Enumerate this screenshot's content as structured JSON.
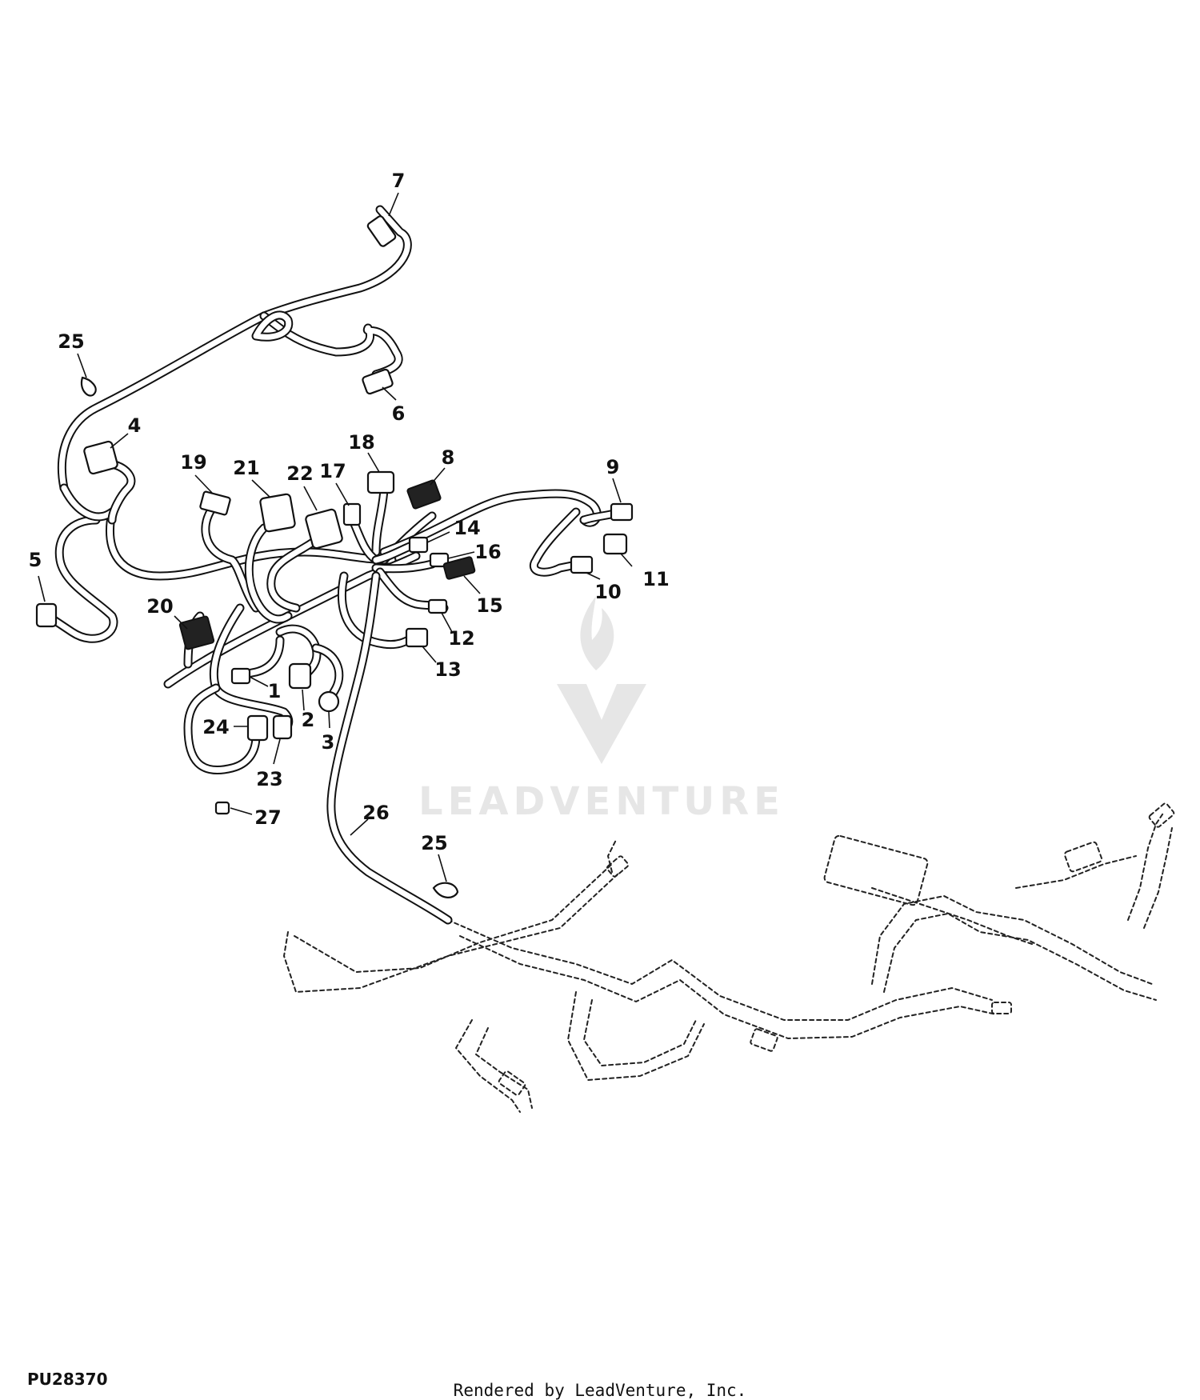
{
  "callouts": [
    {
      "id": "c1",
      "label": "1"
    },
    {
      "id": "c2",
      "label": "2"
    },
    {
      "id": "c3",
      "label": "3"
    },
    {
      "id": "c4",
      "label": "4"
    },
    {
      "id": "c5",
      "label": "5"
    },
    {
      "id": "c6",
      "label": "6"
    },
    {
      "id": "c7",
      "label": "7"
    },
    {
      "id": "c8",
      "label": "8"
    },
    {
      "id": "c9",
      "label": "9"
    },
    {
      "id": "c10",
      "label": "10"
    },
    {
      "id": "c11",
      "label": "11"
    },
    {
      "id": "c12",
      "label": "12"
    },
    {
      "id": "c13",
      "label": "13"
    },
    {
      "id": "c14",
      "label": "14"
    },
    {
      "id": "c15",
      "label": "15"
    },
    {
      "id": "c16",
      "label": "16"
    },
    {
      "id": "c17",
      "label": "17"
    },
    {
      "id": "c18",
      "label": "18"
    },
    {
      "id": "c19",
      "label": "19"
    },
    {
      "id": "c20",
      "label": "20"
    },
    {
      "id": "c21",
      "label": "21"
    },
    {
      "id": "c22",
      "label": "22"
    },
    {
      "id": "c23",
      "label": "23"
    },
    {
      "id": "c24",
      "label": "24"
    },
    {
      "id": "c25a",
      "label": "25"
    },
    {
      "id": "c25b",
      "label": "25"
    },
    {
      "id": "c26",
      "label": "26"
    },
    {
      "id": "c27",
      "label": "27"
    }
  ],
  "watermark": {
    "text": "LEADVENTURE"
  },
  "figure_id": "PU28370",
  "credit": "Rendered by LeadVenture, Inc."
}
